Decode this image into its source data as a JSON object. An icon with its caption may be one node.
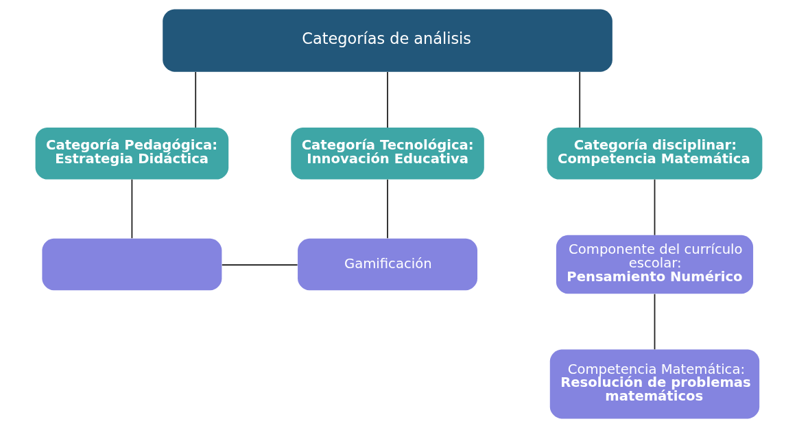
{
  "diagram": {
    "nodes": [
      {
        "text": [
          "Categorías de análisis"
        ]
      },
      {
        "text": [
          "Categoría Pedagógica: Estrategia Didáctica"
        ]
      },
      {
        "text": [
          "Categoría Tecnológica: Innovación Educativa"
        ]
      },
      {
        "text": [
          "Categoría disciplinar: Competencia Matemática"
        ]
      },
      {
        "text": [],
        "shape": "box"
      },
      {
        "text": [
          "Gamificación"
        ]
      },
      {
        "text": [
          "Componente del currículo escolar:",
          "Pensamiento Numérico"
        ]
      },
      {
        "text": [
          "Competencia Matemática:",
          "Resolución de problemas matemáticos"
        ]
      }
    ],
    "edges": [
      {
        "from": 0,
        "to": 1,
        "arrow": "none"
      },
      {
        "from": 0,
        "to": 2,
        "arrow": "none"
      },
      {
        "from": 0,
        "to": 3,
        "arrow": "none"
      },
      {
        "from": 1,
        "to": 4,
        "arrow": "none"
      },
      {
        "from": 2,
        "to": 5,
        "arrow": "none"
      },
      {
        "from": 4,
        "to": 5,
        "arrow": "none"
      },
      {
        "from": 3,
        "to": 6,
        "arrow": "none"
      },
      {
        "from": 6,
        "to": 7,
        "arrow": "none"
      }
    ]
  }
}
